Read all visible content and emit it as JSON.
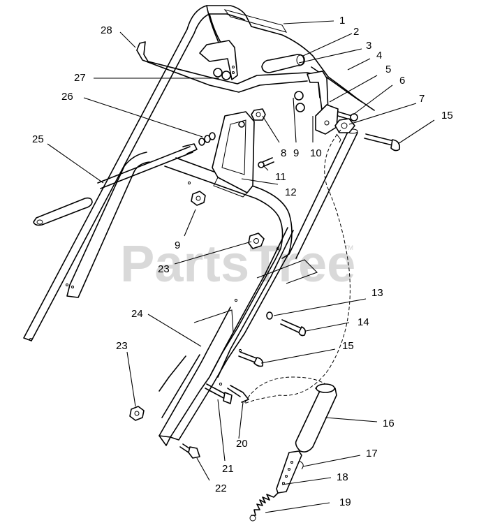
{
  "watermark": {
    "text": "PartsTree",
    "tm": "TM"
  },
  "callouts": [
    {
      "id": "c1",
      "label": "1"
    },
    {
      "id": "c2",
      "label": "2"
    },
    {
      "id": "c3",
      "label": "3"
    },
    {
      "id": "c4",
      "label": "4"
    },
    {
      "id": "c5",
      "label": "5"
    },
    {
      "id": "c6",
      "label": "6"
    },
    {
      "id": "c7",
      "label": "7"
    },
    {
      "id": "c8",
      "label": "8"
    },
    {
      "id": "c9a",
      "label": "9"
    },
    {
      "id": "c9b",
      "label": "9"
    },
    {
      "id": "c10",
      "label": "10"
    },
    {
      "id": "c11",
      "label": "11"
    },
    {
      "id": "c12",
      "label": "12"
    },
    {
      "id": "c13",
      "label": "13"
    },
    {
      "id": "c14",
      "label": "14"
    },
    {
      "id": "c15a",
      "label": "15"
    },
    {
      "id": "c15b",
      "label": "15"
    },
    {
      "id": "c16",
      "label": "16"
    },
    {
      "id": "c17",
      "label": "17"
    },
    {
      "id": "c18",
      "label": "18"
    },
    {
      "id": "c19",
      "label": "19"
    },
    {
      "id": "c20",
      "label": "20"
    },
    {
      "id": "c21",
      "label": "21"
    },
    {
      "id": "c22",
      "label": "22"
    },
    {
      "id": "c23a",
      "label": "23"
    },
    {
      "id": "c23b",
      "label": "23"
    },
    {
      "id": "c24",
      "label": "24"
    },
    {
      "id": "c25",
      "label": "25"
    },
    {
      "id": "c26",
      "label": "26"
    },
    {
      "id": "c27",
      "label": "27"
    },
    {
      "id": "c28",
      "label": "28"
    }
  ]
}
